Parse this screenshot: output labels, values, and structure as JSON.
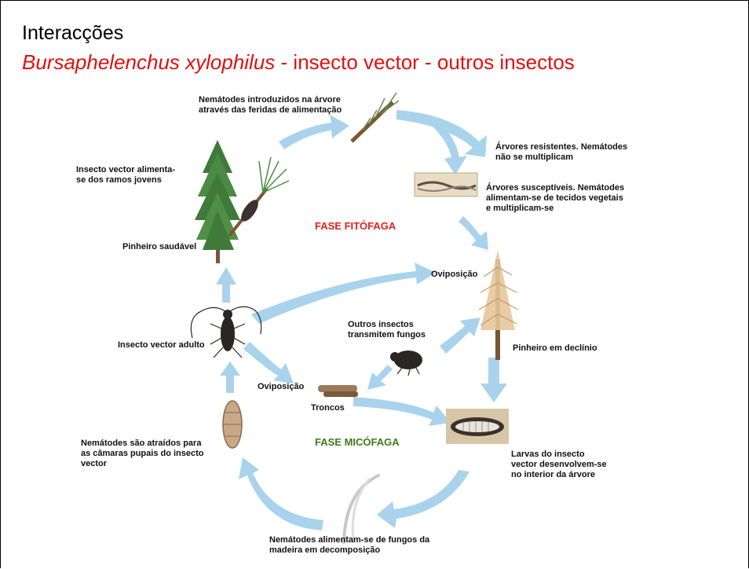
{
  "slide": {
    "title": "Interacções",
    "subtitle_species": "Bursaphelenchus xylophilus",
    "subtitle_rest": " - insecto vector - outros insectos"
  },
  "phases": {
    "fitofaga": {
      "label": "FASE FITÓFAGA",
      "color": "#e8201c"
    },
    "micofaga": {
      "label": "FASE MICÓFAGA",
      "color": "#3a7d1c"
    }
  },
  "labels": {
    "nematodes_introduced": [
      "Nemátodes introduzidos  na árvore",
      "através das feridas de alimentação"
    ],
    "resistant_trees": [
      "Árvores resistentes. Nemátodes",
      "não se multiplicam"
    ],
    "susceptible_trees": [
      "Árvores susceptíveis. Nemátodes",
      "alimentam-se de tecidos vegetais",
      "e multiplicam-se"
    ],
    "vector_feeds": [
      "Insecto vector alimenta-",
      "se dos ramos jovens"
    ],
    "healthy_pine": "Pinheiro saudável",
    "oviposition_top": "Oviposição",
    "other_insects": [
      "Outros  insectos",
      "transmitem fungos"
    ],
    "declining_pine": "Pinheiro em declínio",
    "adult_vector": "Insecto vector adulto",
    "oviposition_bottom": "Oviposição",
    "logs": "Troncos",
    "nematodes_attracted": [
      "Nemátodes são atraídos para",
      "as câmaras pupais do insecto",
      "vector"
    ],
    "larvae": [
      "Larvas do insecto",
      "vector desenvolvem-se",
      "no interior da árvore"
    ],
    "nematodes_fungi": [
      "Nemátodes alimentam-se de fungos da",
      "madeira em decomposição"
    ]
  },
  "colors": {
    "arrow": "#a9d3ec",
    "tree_green": "#3f7a3a",
    "trunk": "#7a5634",
    "beetle": "#2a2623"
  }
}
